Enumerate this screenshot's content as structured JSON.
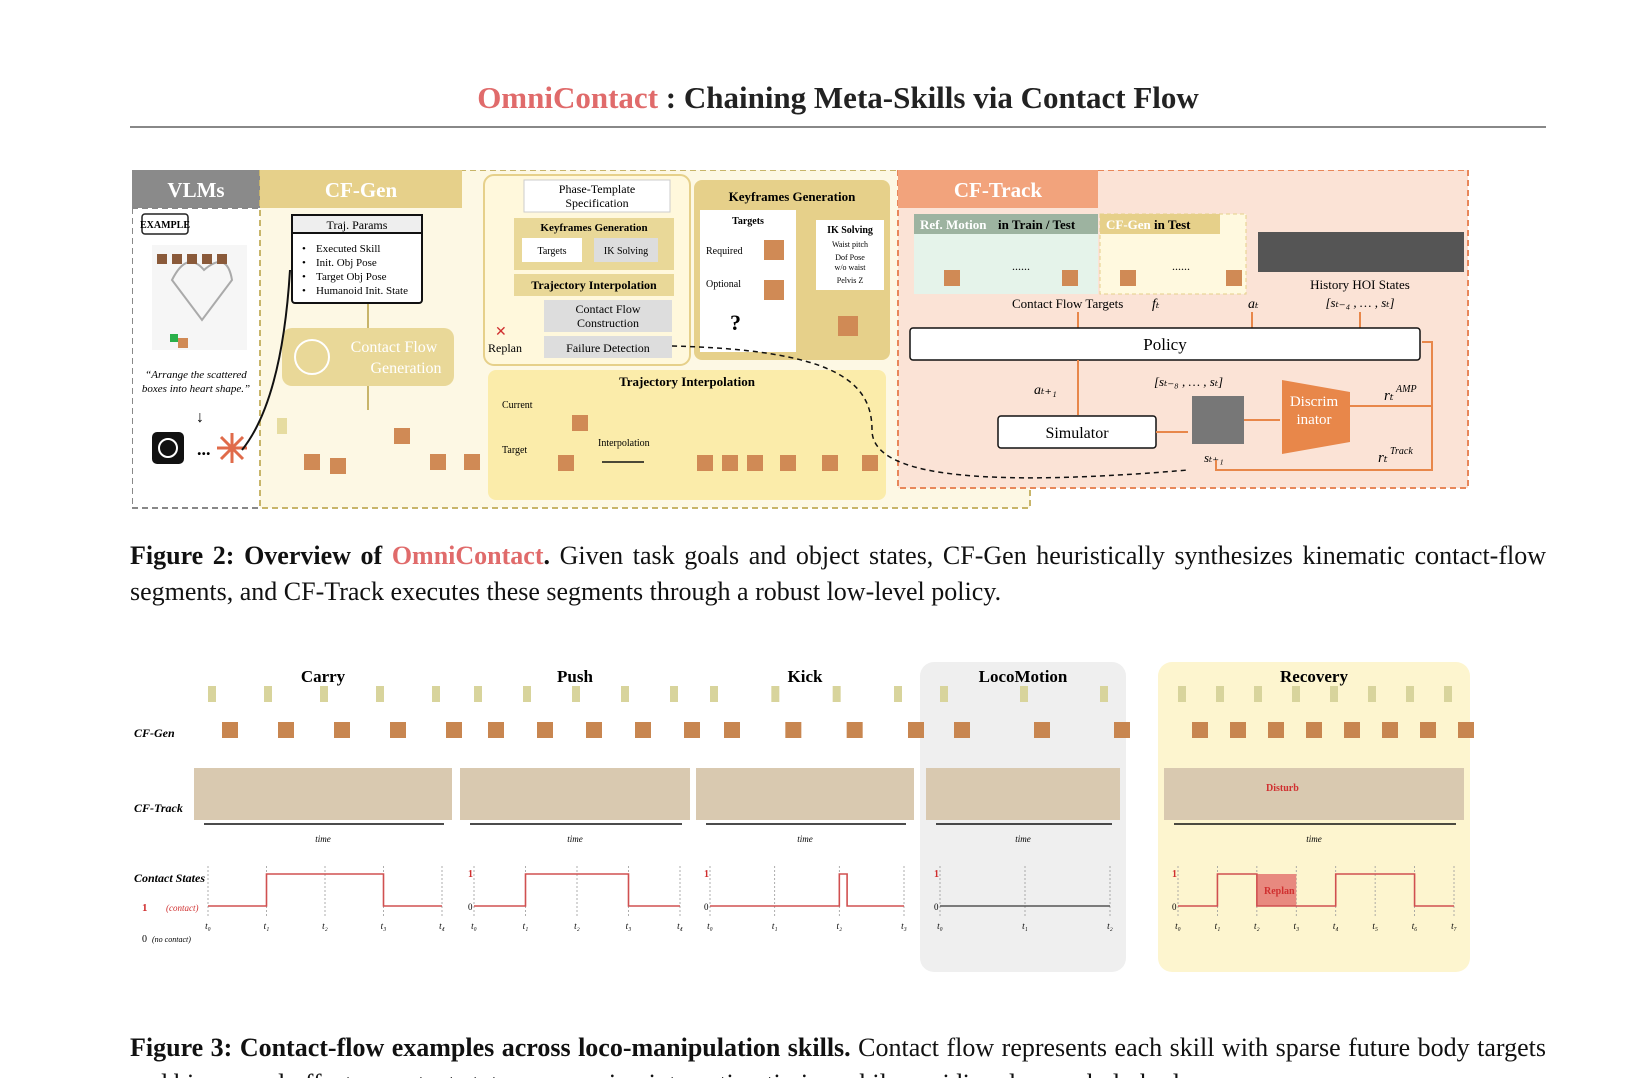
{
  "header": {
    "brand": "OmniContact",
    "title_rest": " : Chaining Meta-Skills via Contact Flow"
  },
  "fig2": {
    "vlms_label": "VLMs",
    "example_badge": "EXAMPLE",
    "prompt_text_1": "“Arrange the scattered",
    "prompt_text_2": "boxes into heart shape.”",
    "ellipsis": "...",
    "cfgen_label": "CF-Gen",
    "traj_params_title": "Traj. Params",
    "traj_params_items": [
      "Executed Skill",
      "Init. Obj Pose",
      "Target Obj Pose",
      "Humanoid Init. State"
    ],
    "cfg_box_1": "Contact Flow",
    "cfg_box_2": "Generation",
    "phase_template_1": "Phase-Template",
    "phase_template_2": "Specification",
    "kf_gen_small": "Keyframes Generation",
    "targets_small": "Targets",
    "ik_small": "IK Solving",
    "traj_interp_small": "Trajectory Interpolation",
    "cf_construction_1": "Contact Flow",
    "cf_construction_2": "Construction",
    "failure_detection": "Failure Detection",
    "replan": "Replan",
    "kf_gen_big": "Keyframes Generation",
    "targets_big": "Targets",
    "required": "Required",
    "optional": "Optional",
    "ik_big": "IK Solving",
    "ik_items": [
      "Waist pitch",
      "Dof Pose",
      "w/o waist",
      "Pelvis Z"
    ],
    "traj_interp_big": "Trajectory Interpolation",
    "current": "Current",
    "target": "Target",
    "interpolation": "Interpolation",
    "cftrack_label": "CF-Track",
    "ref_motion_a": "Ref. Motion",
    "ref_motion_b": " in Train / Test",
    "cfgen_test_a": "CF-Gen",
    "cfgen_test_b": " in Test",
    "dots": "......",
    "history_hoi": "History HOI States",
    "history_range": "[sₜ₋₄ , … , sₜ]",
    "cf_targets": "Contact Flow Targets",
    "ft": "fₜ",
    "at": "aₜ",
    "policy": "Policy",
    "at1": "aₜ₊₁",
    "range_t8": "[sₜ₋₈ , … , sₜ]",
    "discrim_1": "Discrim",
    "discrim_2": "inator",
    "r_amp": "rₜ",
    "amp_sup": "AMP",
    "simulator": "Simulator",
    "st1": "sₜ₊₁",
    "r_track": "rₜ",
    "track_sup": "Track"
  },
  "caption2": {
    "label": "Figure 2:",
    "bold_intro": " Overview of ",
    "brand": "OmniContact",
    "bold_end": ".",
    "text": " Given task goals and object states, CF-Gen heuristically synthesizes kinematic contact-flow segments, and CF-Track executes these segments through a robust low-level policy."
  },
  "fig3": {
    "panels": [
      {
        "title": "Carry",
        "ticks": [
          "t₀",
          "t₁",
          "t₂",
          "t₃",
          "t₄"
        ]
      },
      {
        "title": "Push",
        "ticks": [
          "t₀",
          "t₁",
          "t₂",
          "t₃",
          "t₄"
        ]
      },
      {
        "title": "Kick",
        "ticks": [
          "t₀",
          "t₁",
          "t₂",
          "t₃"
        ]
      },
      {
        "title": "LocoMotion",
        "ticks": [
          "t₀",
          "t₁",
          "t₂"
        ]
      },
      {
        "title": "Recovery",
        "ticks": [
          "t₀",
          "t₁",
          "t₂",
          "t₃",
          "t₄",
          "t₅",
          "t₆",
          "t₇"
        ]
      }
    ],
    "row_cfgen": "CF-Gen",
    "row_cftrack": "CF-Track",
    "contact_states": "Contact States",
    "one": "1",
    "contact": "(contact)",
    "zero": "0",
    "no_contact": "(no contact)",
    "time": "time",
    "disturb": "Disturb",
    "replan": "Replan"
  },
  "caption3": {
    "label": "Figure 3:",
    "bold": " Contact-flow examples across loco-manipulation skills.",
    "text": " Contact flow represents each skill with sparse future body targets and binary end-effector contact states, preserving interaction timing while avoiding dense whole-body"
  }
}
